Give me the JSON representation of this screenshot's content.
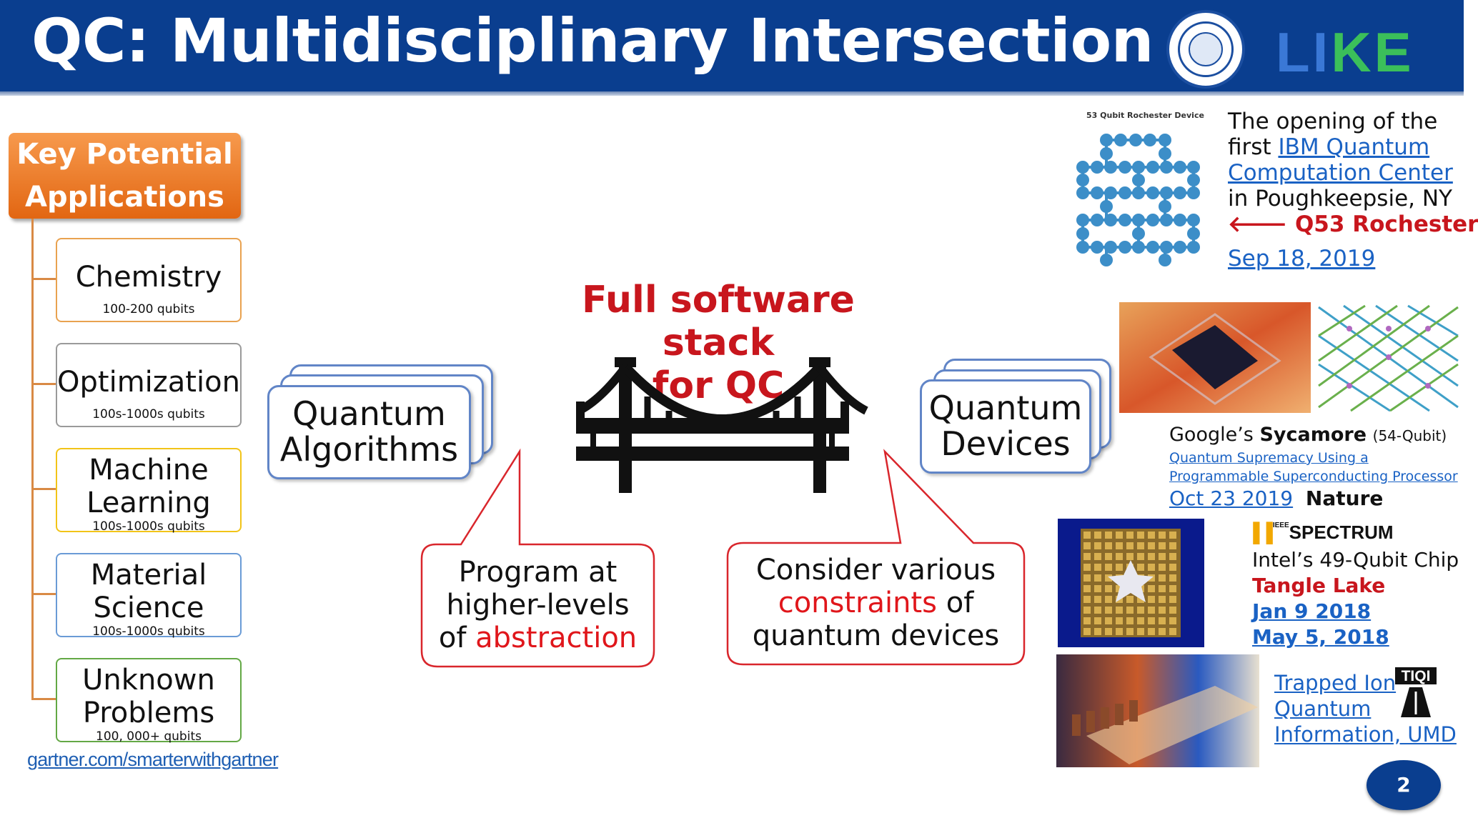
{
  "title": "QC: Multidisciplinary Intersection",
  "logos": {
    "university": "university-seal",
    "lab": "LIKE"
  },
  "key_box": {
    "line1": "Key Potential",
    "line2": "Applications"
  },
  "applications": [
    {
      "name1": "Chemistry",
      "name2": "",
      "qubits": "100-200 qubits",
      "color": "#e9a24f"
    },
    {
      "name1": "Optimization",
      "name2": "",
      "qubits": "100s-1000s qubits",
      "color": "#9a9a9a"
    },
    {
      "name1": "Machine",
      "name2": "Learning",
      "qubits": "100s-1000s qubits",
      "color": "#f2c418"
    },
    {
      "name1": "Material",
      "name2": "Science",
      "qubits": "100s-1000s qubits",
      "color": "#6a9bd6"
    },
    {
      "name1": "Unknown",
      "name2": "Problems",
      "qubits": "100, 000+ qubits",
      "color": "#63a845"
    }
  ],
  "source_link": "gartner.com/smarterwithgartner",
  "algorithms_card": {
    "line1": "Quantum",
    "line2": "Algorithms"
  },
  "devices_card": {
    "line1": "Quantum",
    "line2": "Devices"
  },
  "stack_title": {
    "line1": "Full software stack",
    "line2": "for QC"
  },
  "callout_left": {
    "line1": "Program at",
    "line2": "higher-levels",
    "line3_pre": "of ",
    "line3_red": "abstraction"
  },
  "callout_right": {
    "line1": "Consider various",
    "line2_red": "constraints",
    "line2_post": " of",
    "line3": "quantum devices"
  },
  "ibm": {
    "chip_title": "53 Qubit Rochester Device",
    "line1": "The opening of the",
    "line2_pre": "first ",
    "line2_link": "IBM Quantum",
    "line3_link": "Computation Center",
    "line4": "in Poughkeepsie, NY",
    "arrow_label": "Q53 Rochester",
    "date": "Sep 18, 2019"
  },
  "google": {
    "name_pre": "Google’s ",
    "name_bold": "Sycamore",
    "qubits": "(54-Qubit)",
    "paper_line1": "Quantum Supremacy Using a",
    "paper_line2": "Programmable Superconducting Processor",
    "date": "Oct 23 2019",
    "journal": "Nature"
  },
  "intel": {
    "spectrum_small": "IEEE",
    "spectrum": "SPECTRUM",
    "chip": "Intel’s 49-Qubit Chip",
    "name": "Tangle Lake",
    "date1": "Jan 9 2018",
    "date2": "May 5, 2018"
  },
  "umd": {
    "line1": "Trapped Ion",
    "line2": "Quantum",
    "line3": "Information, UMD",
    "logo": "TIQI"
  },
  "page_number": "2"
}
